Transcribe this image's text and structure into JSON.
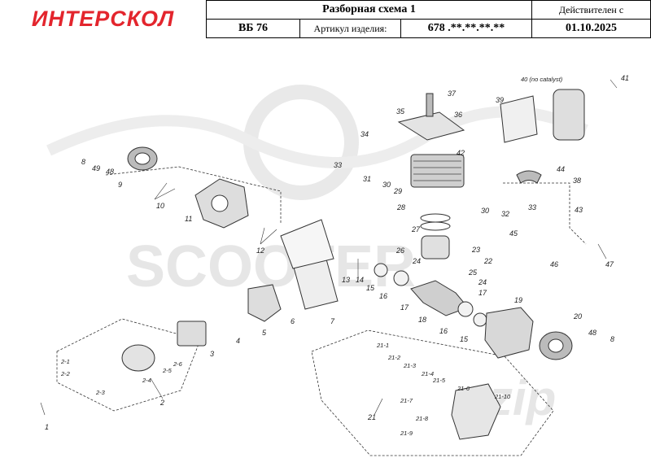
{
  "header": {
    "logo_text": "ИНТЕРСКОЛ",
    "title": "Разборная схема 1",
    "valid_label": "Действителен с",
    "model": "ВБ 76",
    "article_label": "Артикул изделия:",
    "article_value": "678 .**.**.**.**",
    "valid_date": "01.10.2025"
  },
  "watermark": {
    "text": "SCOOTER",
    "script": "zip"
  },
  "part_labels": [
    "1",
    "2",
    "2-1",
    "2-2",
    "2-3",
    "2-4",
    "2-5",
    "2-6",
    "3",
    "4",
    "5",
    "6",
    "7",
    "8",
    "9",
    "10",
    "11",
    "12",
    "13",
    "14",
    "15",
    "16",
    "17",
    "18",
    "19",
    "20",
    "21",
    "21-1",
    "21-2",
    "21-3",
    "21-4",
    "21-5",
    "21-6",
    "21-7",
    "21-8",
    "21-9",
    "21-10",
    "22",
    "23",
    "24",
    "25",
    "26",
    "27",
    "28",
    "29",
    "30",
    "31",
    "32",
    "33",
    "34",
    "35",
    "36",
    "37",
    "38",
    "39",
    "40 (no catalyst)",
    "41",
    "42",
    "43",
    "44",
    "45",
    "46",
    "47",
    "48",
    "49"
  ]
}
